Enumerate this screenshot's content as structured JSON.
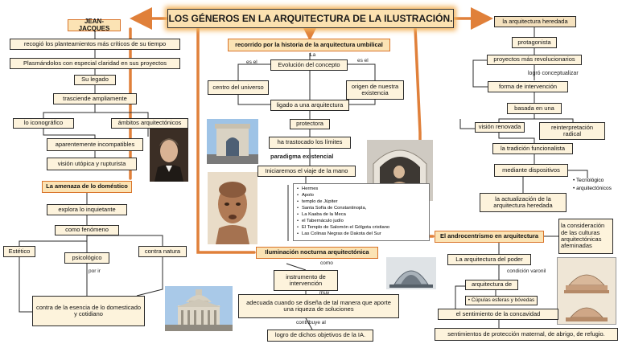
{
  "title": "LOS GÉNEROS EN LA ARQUITECTURA DE LA ILUSTRACIÓN.",
  "left": {
    "root": "JEAN-JACQUES",
    "n1": "recogió los planteamientos más críticos de su tiempo",
    "n2": "Plasmándolos con especial claridad en sus proyectos",
    "n3": "Su legado",
    "n4": "trasciende ampliamente",
    "n5a": "lo iconográfico",
    "n5b": "ámbitos arquitectónicos",
    "n6": "aparentemente incompatibles",
    "n7": "visión utópica y rupturista",
    "n8": "La amenaza de lo doméstico",
    "n9": "explora lo inquietante",
    "n10": "como fenómeno",
    "n11a": "Estético",
    "n11b": "psicológico",
    "n11c": "contra natura",
    "lbl_por_ir": "por ir",
    "n12": "contra de la esencia de lo domesticado y cotidiano"
  },
  "center": {
    "root": "recorrido por la historia de la arquitectura umbilical",
    "lbl_la": "La",
    "lbl_esel1": "es el",
    "lbl_esel2": "es el",
    "n1": "Evolución del concepto",
    "n2a": "centro del universo",
    "n2b": "origen de nuestra existencia",
    "n3": "ligado a una arquitectura",
    "n4": "protectora",
    "n5": "ha trastocado los límites",
    "n6": "paradigma existencial",
    "n7": "Iniciaremos el viaje de la mano",
    "bullets": [
      "Hermes",
      "Apolo",
      "templo de Júpiter",
      "Santa Sofía de Constantinopla,",
      "La Kaaba de la Meca",
      "el Tabernáculo judío",
      "El Templo de Salomón el Gólgota cristiano",
      "Las Colinas Negras de Dakota del Sur"
    ],
    "n8": "Iluminación nocturna arquitectónica",
    "lbl_como": "como",
    "n9": "instrumento de intervención",
    "lbl_muy": "muy",
    "n10": "adecuada cuando se diseña de tal manera que aporte una riqueza de soluciones",
    "lbl_contribuye": "contribuye al",
    "n11": "logro de dichos objetivos de la IA."
  },
  "right": {
    "root": "la arquitectura heredada",
    "n1": "protagonista",
    "n2": "proyectos más revolucionarios",
    "lbl_logro": "logró conceptualizar",
    "n3": "forma de intervención",
    "n4": "basada en una",
    "n5a": "visión renovada",
    "n5b": "reinterpretación radical",
    "n6": "la tradición funcionalista",
    "n7": "mediante dispositivos",
    "tech": [
      "Tecnológico",
      "arquitectónicos"
    ],
    "n8": "la actualización de la arquitectura heredada",
    "n9": "El androcentrismo en arquitectura",
    "n10": "La arquitectura del poder",
    "lbl_condicion": "condición varonil",
    "n11": "arquitectura de",
    "cupulas": "Cúpulas esferas y bóvedas",
    "n12": "el sentimiento de la concavidad",
    "n13": "sentimientos de protección maternal, de abrigo, de refugio.",
    "n14": "la consideración de las culturas arquitectónicas afeminadas"
  },
  "colors": {
    "accent": "#e0803a",
    "line": "#2a2a2a",
    "node": "#fdf3dc",
    "highlight": "#fbe3b4"
  },
  "images": [
    "arch-icon",
    "portrait-icon",
    "bust-icon",
    "sculpture-icon",
    "pantheon-icon",
    "dome-icon",
    "section-icon"
  ]
}
